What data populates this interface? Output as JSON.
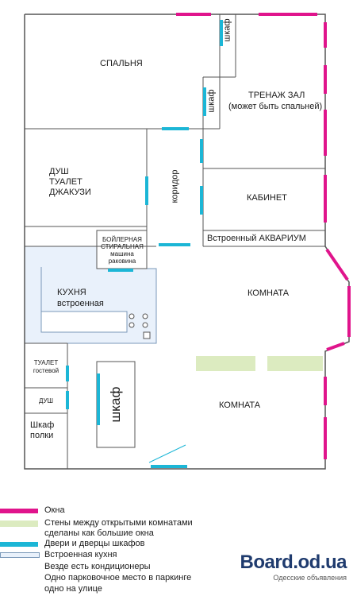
{
  "rooms": {
    "bedroom": "СПАЛЬНЯ",
    "gym_1": "ТРЕНАЖ ЗАЛ",
    "gym_2": "(может быть спальней)",
    "closet_top": "шкаф",
    "closet_gym": "шкаф",
    "bath_1": "ДУШ",
    "bath_2": "ТУАЛЕТ",
    "bath_3": "ДЖАКУЗИ",
    "corridor": "коридор",
    "office": "КАБИНЕТ",
    "aquarium": "Встроенный АКВАРИУМ",
    "boiler_1": "БОЙЛЕРНАЯ",
    "boiler_2": "СТИРАЛЬНАЯ",
    "boiler_3": "машина",
    "boiler_4": "раковина",
    "kitchen_1": "КУХНЯ",
    "kitchen_2": "встроенная",
    "room_upper": "КОМНАТА",
    "guest_wc_1": "ТУАЛЕТ",
    "guest_wc_2": "гостевой",
    "shower": "ДУШ",
    "shelf_closet_1": "Шкаф",
    "shelf_closet_2": "полки",
    "wardrobe_big": "шкаф",
    "room_lower": "КОМНАТА"
  },
  "legend": {
    "windows": "Окна",
    "walls_1": "Стены между открытыми комнатами",
    "walls_2": "сделаны как большие окна",
    "doors": "Двери и дверцы шкафов",
    "kitchen": "Встроенная кухня",
    "note_1": "Везде есть кондиционеры",
    "note_2": "Одно парковочное место в паркинге",
    "note_3": "одно на улице"
  },
  "watermark": {
    "main": "Board.od.ua",
    "sub": "Одесские объявления"
  },
  "colors": {
    "window": "#e0148c",
    "glass_wall": "#dcebc0",
    "door": "#1cb6d6",
    "kitchen_fill": "#e9f1fb",
    "wall": "#555555"
  }
}
